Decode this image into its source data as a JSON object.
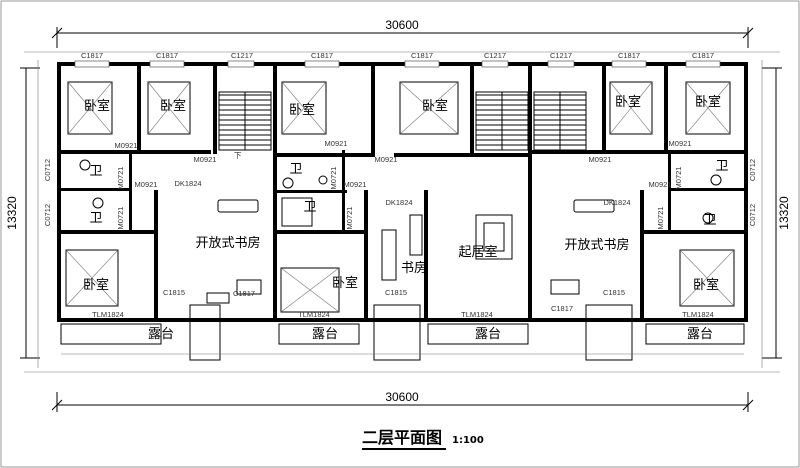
{
  "dimensions": {
    "top_width": "30600",
    "bottom_width": "30600",
    "left_depth": "13320",
    "right_depth": "13320"
  },
  "title": {
    "main": "二层平面图",
    "scale": "1:100"
  },
  "rooms": {
    "bedroom": "卧室",
    "bath": "卫",
    "study_open": "开放式书房",
    "study": "书房",
    "living": "起居室",
    "terrace": "露台"
  },
  "codes": {
    "c1817": "C1817",
    "c1217": "C1217",
    "m0921": "M0921",
    "m0721": "M0721",
    "c0712": "C0712",
    "dk1824": "DK1824",
    "c1815": "C1815",
    "tlm1824": "TLM1824",
    "stair_mark": "下"
  }
}
